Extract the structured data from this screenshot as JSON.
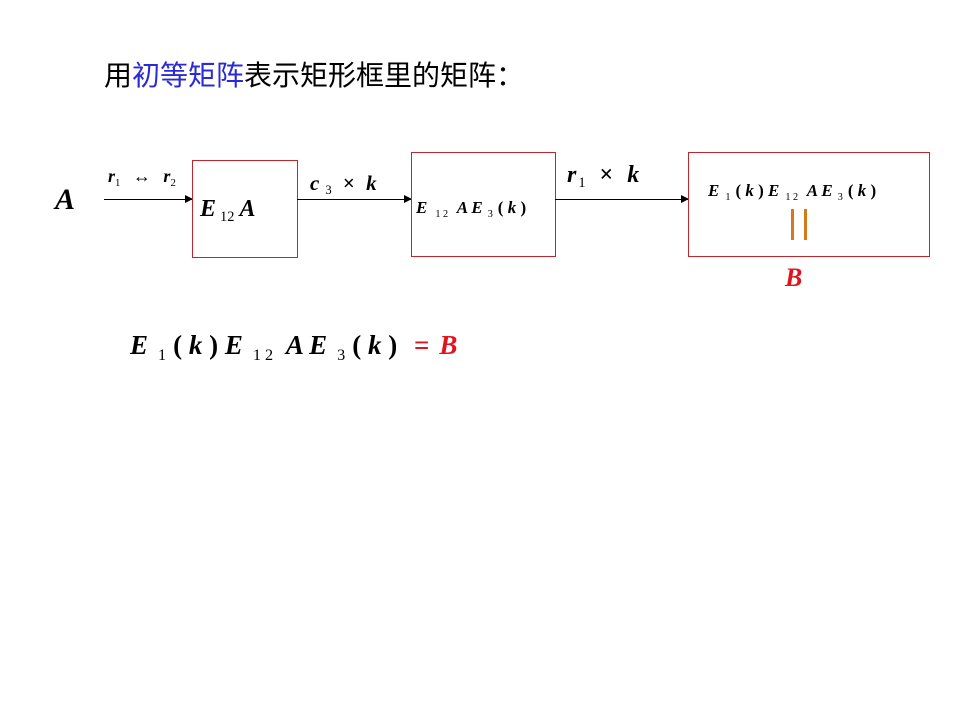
{
  "slide": {
    "title_pre": "用",
    "title_highlight": "初等矩阵",
    "title_post": "表示矩形框里的矩阵："
  },
  "diagram": {
    "start_matrix": "A",
    "step1": {
      "lhs_r": "r",
      "lhs_i": "1",
      "op": "↔",
      "rhs_r": "r",
      "rhs_i": "2"
    },
    "box1": {
      "E": "E",
      "E_sub": "12",
      "A": "A"
    },
    "step2": {
      "c": "c",
      "c_i": "3",
      "times": "×",
      "k": "k"
    },
    "box2": {
      "E1": "E",
      "E1_sub": "1 2",
      "A": "A",
      "E2": "E",
      "E2_sub": "3",
      "lp": "(",
      "k": "k",
      "rp": ")"
    },
    "step3": {
      "r": "r",
      "r_i": "1",
      "times": "×",
      "k": "k"
    },
    "box3": {
      "E1": "E",
      "E1_sub": "1",
      "lp1": "(",
      "k1": "k",
      "rp1": ")",
      "E2": "E",
      "E2_sub": "1 2",
      "A": "A",
      "E3": "E",
      "E3_sub": "3",
      "lp2": "(",
      "k2": "k",
      "rp2": ")"
    },
    "result_label": "B"
  },
  "equation": {
    "E1": "E",
    "E1_sub": "1",
    "lp1": "(",
    "k1": "k",
    "rp1": ")",
    "E2": "E",
    "E2_sub": "1 2",
    "A": "A",
    "E3": "E",
    "E3_sub": "3",
    "lp2": "(",
    "k2": "k",
    "rp2": ")",
    "eq": "=",
    "B": "B"
  },
  "colors": {
    "box_border": "#c0262c",
    "highlight": "#2b2bd6",
    "result": "#e0141c",
    "equal_bars": "#d37a1a"
  }
}
